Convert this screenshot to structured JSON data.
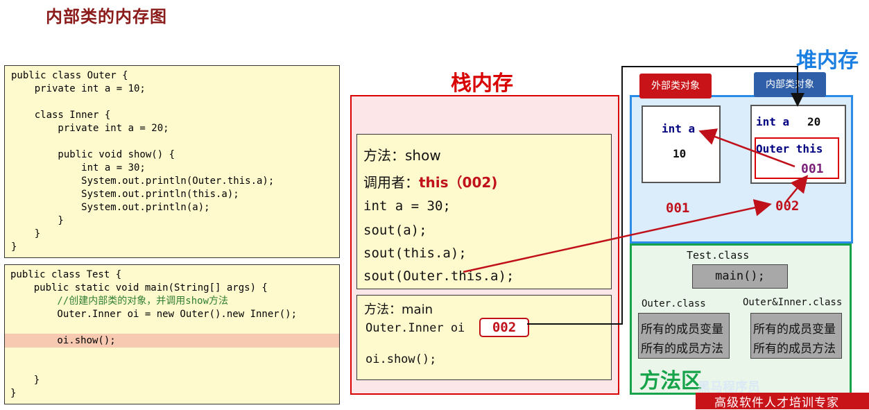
{
  "title": "内部类的内存图",
  "code_outer": {
    "l1": "public class Outer {",
    "l2": "    private int a = 10;",
    "l3": "    class Inner {",
    "l4": "        private int a = 20;",
    "l5": "        public void show() {",
    "l6": "            int a = 30;",
    "l7": "            System.out.println(Outer.this.a);",
    "l8": "            System.out.println(this.a);",
    "l9": "            System.out.println(a);",
    "l10": "        }",
    "l11": "    }",
    "l12": "}"
  },
  "code_test": {
    "l1": "public class Test {",
    "l2": "    public static void main(String[] args) {",
    "l3": "        //创建内部类的对象，并调用show方法",
    "l4": "        Outer.Inner oi = new Outer().new Inner();",
    "l5": "        oi.show();",
    "l6": "    }",
    "l7": "}"
  },
  "stack": {
    "title": "栈内存",
    "show_frame": {
      "method": "方法：show",
      "caller_label": "调用者：",
      "caller_value": "this（002)",
      "l1": "int a = 30;",
      "l2": "sout(a);",
      "l3": "sout(this.a);",
      "l4": "sout(Outer.this.a);"
    },
    "main_frame": {
      "method": "方法：main",
      "decl": "Outer.Inner  oi",
      "ref": "002",
      "call": "oi.show();"
    }
  },
  "heap": {
    "title": "堆内存",
    "outer_tag": "外部类对象",
    "inner_tag": "内部类对象",
    "outer_obj": {
      "field": "int a",
      "value": "10",
      "addr": "001"
    },
    "inner_obj": {
      "field": "int a",
      "value": "20",
      "outer_ref_label": "Outer this",
      "outer_ref_value": "001",
      "addr": "002"
    }
  },
  "method_area": {
    "title": "方法区",
    "test_class": "Test.class",
    "test_method": "main();",
    "outer_class": "Outer.class",
    "inner_class": "Outer&Inner.class",
    "members_vars": "所有的成员变量",
    "members_methods": "所有的成员方法"
  },
  "watermark": {
    "left": "黑马程序员",
    "right": "高级软件人才培训专家"
  },
  "colors": {
    "red": "#d80000",
    "blue": "#1a7fe0",
    "green": "#16a34a",
    "code_bg": "#fffacd",
    "highlight": "#f7c9b0"
  }
}
